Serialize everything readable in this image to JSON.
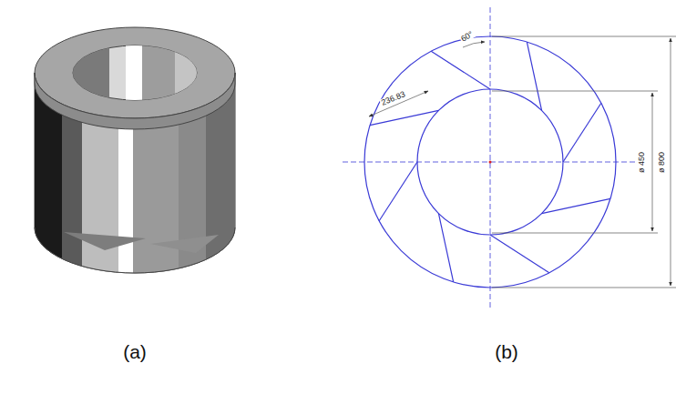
{
  "diagram": {
    "labels": [
      "236.83",
      "60°",
      "ø 450",
      "ø 800",
      "(a)",
      "(b)"
    ]
  }
}
